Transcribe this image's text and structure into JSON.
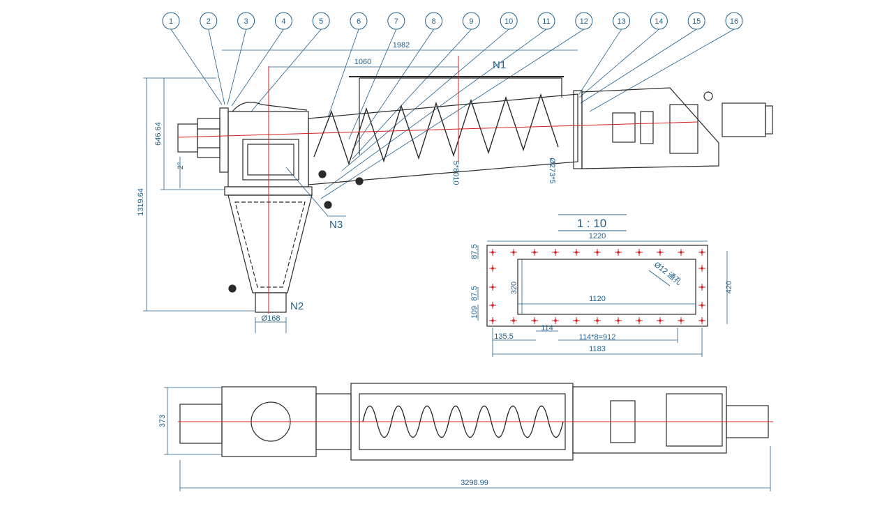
{
  "callouts": [
    "1",
    "2",
    "3",
    "4",
    "5",
    "6",
    "7",
    "8",
    "9",
    "10",
    "11",
    "12",
    "13",
    "14",
    "15",
    "16"
  ],
  "dimensions": {
    "overall_len": "1982",
    "inlet_pos": "1060",
    "height_total": "1319.64",
    "height_upper": "646.64",
    "angle": "2°",
    "tube_len": "5*8010",
    "tube_dia": "Ø273*5",
    "outlet_dia": "Ø168",
    "flange_len": "1220",
    "flange_inner": "1120",
    "flange_h": "420",
    "flange_inner_h": "320",
    "edge_87a": "87.5",
    "edge_87b": "87.5",
    "edge_109": "109",
    "hole_label": "Ø12 通孔",
    "edge_135": "135.5",
    "pitch": "114",
    "pitch_total": "114*8=912",
    "hole_span": "1183",
    "plan_width": "373",
    "plan_len": "3298.99"
  },
  "nozzles": {
    "n1": "N1",
    "n2": "N2",
    "n3": "N3"
  },
  "scale": "1 : 10",
  "colors": {
    "line": "#2a2a2a",
    "dim": "#1f5f8b",
    "center": "#d42020"
  }
}
